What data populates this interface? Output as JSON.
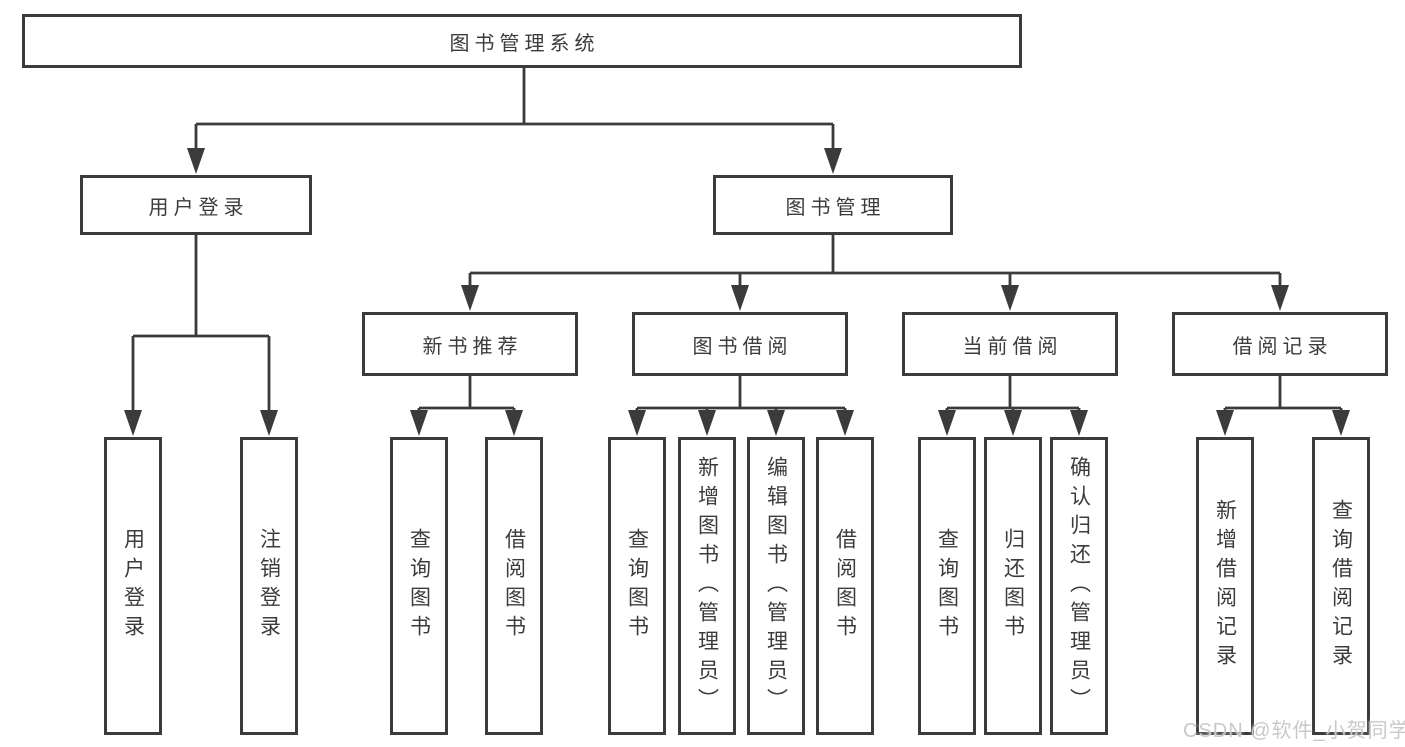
{
  "diagram": {
    "colors": {
      "line": "#3b3b3b",
      "text": "#3c3c3c",
      "background": "#ffffff",
      "watermark": "#c9c9c9"
    },
    "nodes": {
      "root": "图书管理系统",
      "user_login": "用户登录",
      "book_management": "图书管理",
      "new_book_recommend": "新书推荐",
      "book_borrow": "图书借阅",
      "current_borrow": "当前借阅",
      "borrow_records": "借阅记录"
    },
    "leaves": {
      "user_login_leaf": "用户登录",
      "logout_leaf": "注销登录",
      "query_books_1": "查询图书",
      "borrow_books_1": "借阅图书",
      "query_books_2": "查询图书",
      "add_book_admin": "新增图书（管理员）",
      "edit_book_admin": "编辑图书（管理员）",
      "borrow_books_2": "借阅图书",
      "query_books_3": "查询图书",
      "return_book": "归还图书",
      "confirm_return_admin": "确认归还（管理员）",
      "add_borrow_record": "新增借阅记录",
      "query_borrow_record": "查询借阅记录"
    },
    "watermark": "CSDN @软件_小贺同学"
  }
}
